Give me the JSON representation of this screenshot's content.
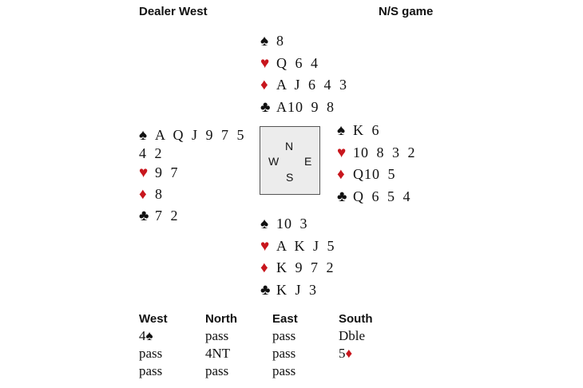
{
  "header": {
    "dealer": "Dealer West",
    "vulnerability": "N/S game"
  },
  "hands": {
    "north": {
      "spades": "8",
      "hearts": "Q 6 4",
      "diamonds": "A J 6 4 3",
      "clubs": "A10 9 8"
    },
    "west": {
      "spades": "A Q J 9 7 5 4 2",
      "hearts": "9 7",
      "diamonds": "8",
      "clubs": "7 2"
    },
    "east": {
      "spades": "K 6",
      "hearts": "10 8 3 2",
      "diamonds": "Q10 5",
      "clubs": "Q 6 5 4"
    },
    "south": {
      "spades": "10 3",
      "hearts": "A K J 5",
      "diamonds": "K 9 7 2",
      "clubs": "K J 3"
    }
  },
  "compass": {
    "n": "N",
    "w": "W",
    "e": "E",
    "s": "S"
  },
  "suits": {
    "spades": "♠",
    "hearts": "♥",
    "diamonds": "♦",
    "clubs": "♣"
  },
  "colors": {
    "red": "#c8161d",
    "black": "#111111",
    "compass_bg": "#ececec"
  },
  "auction": {
    "columns": [
      {
        "player": "West",
        "calls": [
          "4",
          "pass",
          "pass"
        ]
      },
      {
        "player": "North",
        "calls": [
          "pass",
          "4NT",
          "pass"
        ]
      },
      {
        "player": "East",
        "calls": [
          "pass",
          "pass",
          "pass"
        ]
      },
      {
        "player": "South",
        "calls": [
          "Dble",
          "5"
        ]
      }
    ]
  }
}
